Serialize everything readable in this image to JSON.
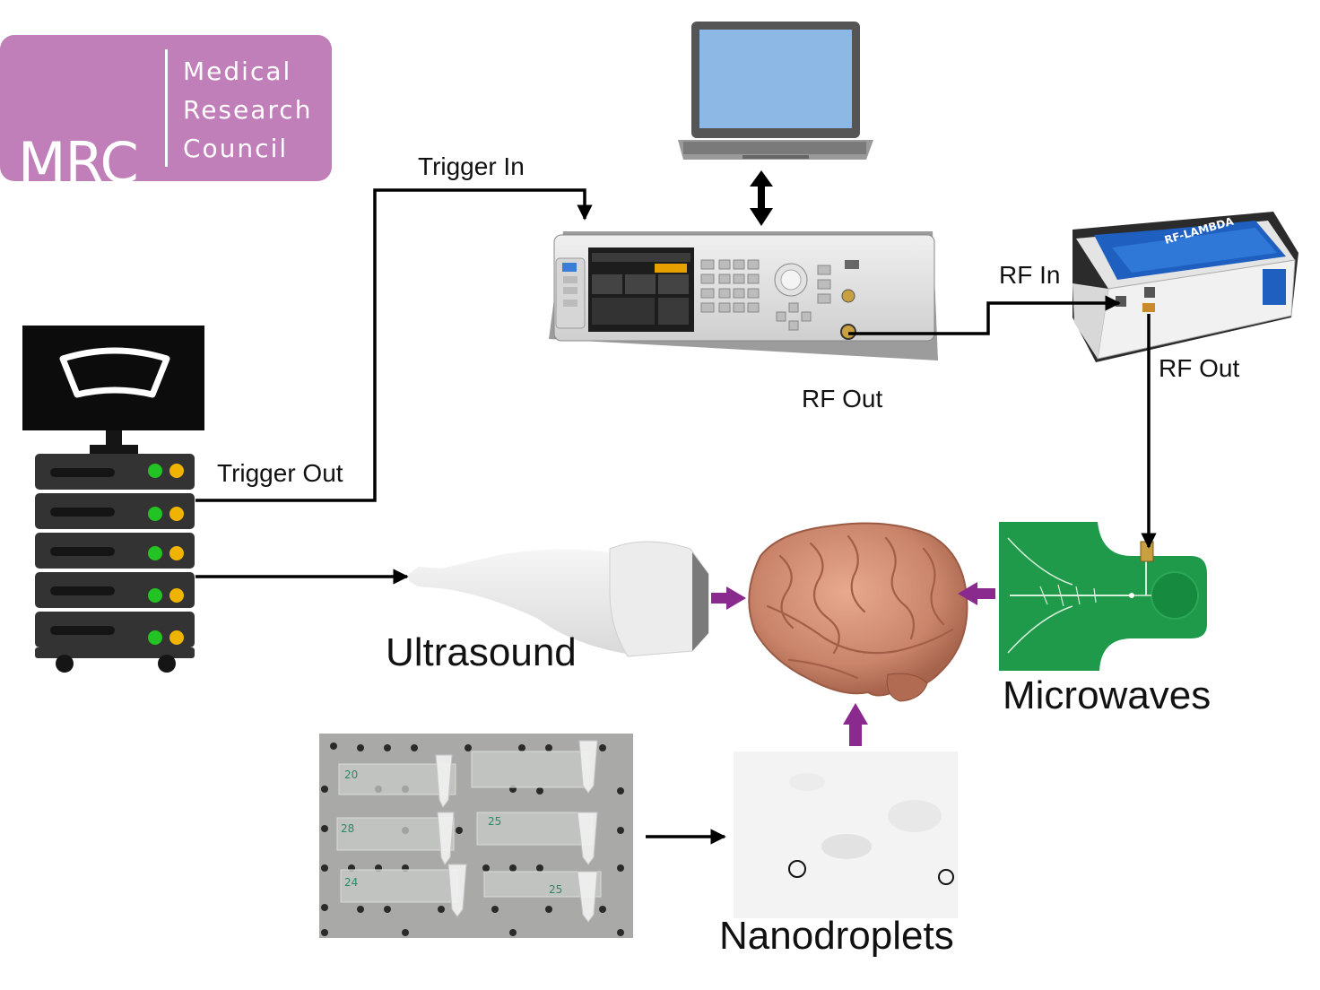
{
  "logo": {
    "abbreviation": "MRC",
    "line1": "Medical",
    "line2": "Research",
    "line3": "Council"
  },
  "labels": {
    "trigger_in": "Trigger In",
    "trigger_out": "Trigger Out",
    "rf_in": "RF In",
    "rf_out_generator": "RF Out",
    "rf_out_amplifier": "RF Out",
    "ultrasound": "Ultrasound",
    "microwaves": "Microwaves",
    "nanodroplets": "Nanodroplets"
  },
  "device_text": {
    "amplifier_brand": "RF-LAMBDA",
    "sample_labels": [
      "20",
      "28",
      "25",
      "24",
      "25"
    ]
  },
  "colors": {
    "logo_background": "#c07fb9",
    "arrow_purple": "#8b2a8e",
    "laptop_screen": "#8db8e6",
    "antenna_board": "#1e9a4a",
    "amplifier_blue": "#1f5fbf",
    "led_green": "#22c322",
    "led_yellow": "#f0b400"
  }
}
